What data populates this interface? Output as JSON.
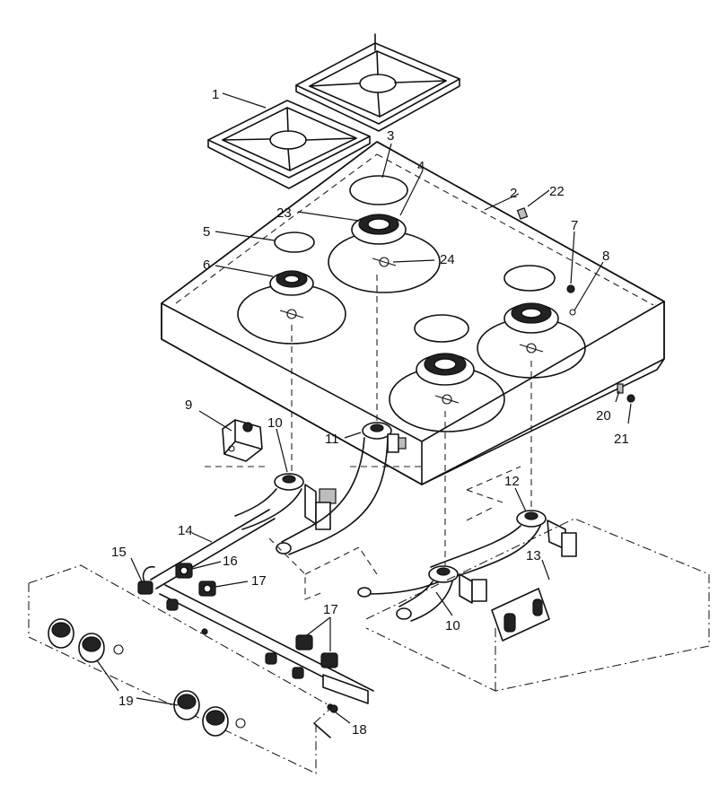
{
  "diagram": {
    "callouts": [
      {
        "id": "c1",
        "label": "1"
      },
      {
        "id": "c2",
        "label": "2"
      },
      {
        "id": "c3",
        "label": "3"
      },
      {
        "id": "c4",
        "label": "4"
      },
      {
        "id": "c5",
        "label": "5"
      },
      {
        "id": "c6",
        "label": "6"
      },
      {
        "id": "c7",
        "label": "7"
      },
      {
        "id": "c8",
        "label": "8"
      },
      {
        "id": "c9",
        "label": "9"
      },
      {
        "id": "c10a",
        "label": "10"
      },
      {
        "id": "c10b",
        "label": "10"
      },
      {
        "id": "c11",
        "label": "11"
      },
      {
        "id": "c12",
        "label": "12"
      },
      {
        "id": "c13",
        "label": "13"
      },
      {
        "id": "c14",
        "label": "14"
      },
      {
        "id": "c15",
        "label": "15"
      },
      {
        "id": "c16",
        "label": "16"
      },
      {
        "id": "c17a",
        "label": "17"
      },
      {
        "id": "c17b",
        "label": "17"
      },
      {
        "id": "c18",
        "label": "18"
      },
      {
        "id": "c19",
        "label": "19"
      },
      {
        "id": "c20",
        "label": "20"
      },
      {
        "id": "c21",
        "label": "21"
      },
      {
        "id": "c22",
        "label": "22"
      },
      {
        "id": "c23",
        "label": "23"
      },
      {
        "id": "c24",
        "label": "24"
      }
    ]
  }
}
